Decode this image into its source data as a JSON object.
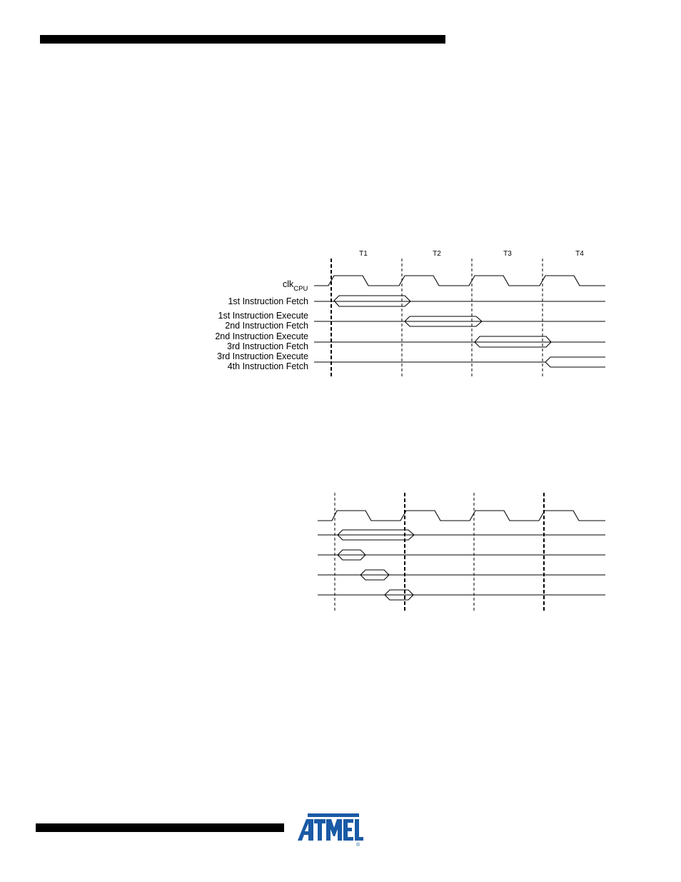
{
  "figure1": {
    "period_labels": [
      "T1",
      "T2",
      "T3",
      "T4"
    ],
    "clock_label": "clk",
    "clock_subscript": "CPU",
    "signal_labels": [
      "1st Instruction Fetch",
      "1st Instruction Execute",
      "2nd Instruction Fetch",
      "2nd Instruction Execute",
      "3rd Instruction Fetch",
      "3rd Instruction Execute",
      "4th Instruction Fetch"
    ]
  },
  "figure2": {
    "period_labels": [],
    "signal_labels": []
  },
  "footer": {
    "logo_text": "ATMEL",
    "logo_color": "#1a5aa6",
    "registered_mark": "®"
  }
}
